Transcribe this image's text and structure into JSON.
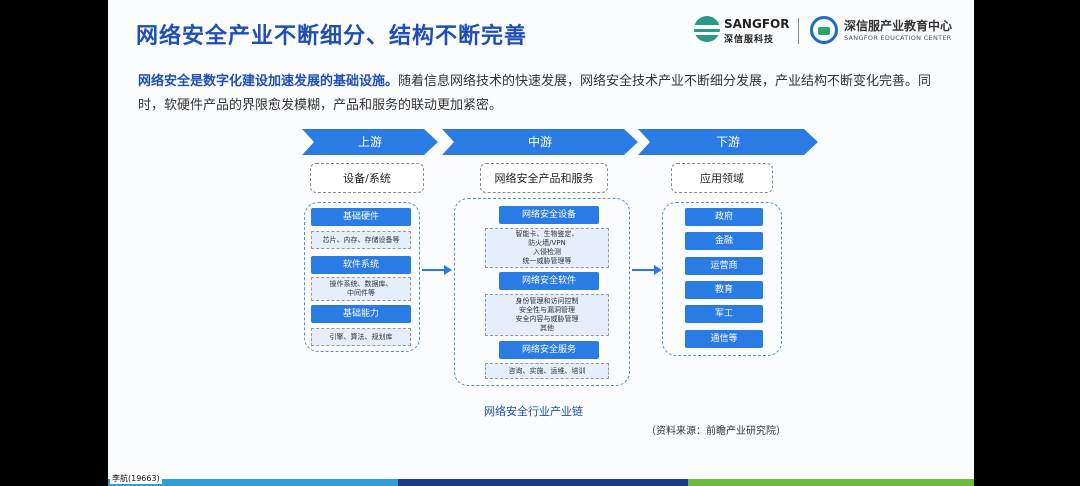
{
  "slide": {
    "title": "网络安全产业不断细分、结构不断完善",
    "logo_sangfor_en": "SANGFOR",
    "logo_sangfor_cn": "深信服科技",
    "logo_edu_cn": "深信服产业教育中心",
    "logo_edu_en": "SANGFOR EDUCATION CENTER",
    "intro_bold": "网络安全是数字化建设加速发展的基础设施。",
    "intro_rest": "随着信息网络技术的快速发展，网络安全技术产业不断细分发展，产业结构不断变化完善。同时，软硬件产品的界限愈发模糊，产品和服务的联动更加紧密。"
  },
  "stages": {
    "upstream": "上游",
    "midstream": "中游",
    "downstream": "下游"
  },
  "categories": {
    "upstream": "设备/系统",
    "midstream": "网络安全产品和服务",
    "downstream": "应用领域"
  },
  "upstream": {
    "hw_label": "基础硬件",
    "hw_detail": "芯片、内存、存储设备等",
    "sw_label": "软件系统",
    "sw_detail_1": "操作系统、数据库、",
    "sw_detail_2": "中间件等",
    "cap_label": "基础能力",
    "cap_detail": "引擎、算法、规划库"
  },
  "midstream": {
    "device_label": "网络安全设备",
    "device_lines": [
      "智能卡、生物鉴定、",
      "防火墙/VPN",
      "入侵检测",
      "统一威胁管理等"
    ],
    "software_label": "网络安全软件",
    "software_lines": [
      "身份管理和访问控制",
      "安全性与漏洞管理",
      "安全内容与威胁管理",
      "其他"
    ],
    "service_label": "网络安全服务",
    "service_detail": "咨询、实施、运维、培训"
  },
  "downstream": {
    "items": [
      "政府",
      "金融",
      "运营商",
      "教育",
      "军工",
      "通信等"
    ]
  },
  "caption": "网络安全行业产业链",
  "source": "（资料来源：前瞻产业研究院）",
  "meeting": {
    "user_tag": "李航(19663)"
  },
  "colors": {
    "title_blue": "#1f4fb5",
    "pill_blue": "#2a7be4",
    "stage_blue": "#2a7be4"
  }
}
